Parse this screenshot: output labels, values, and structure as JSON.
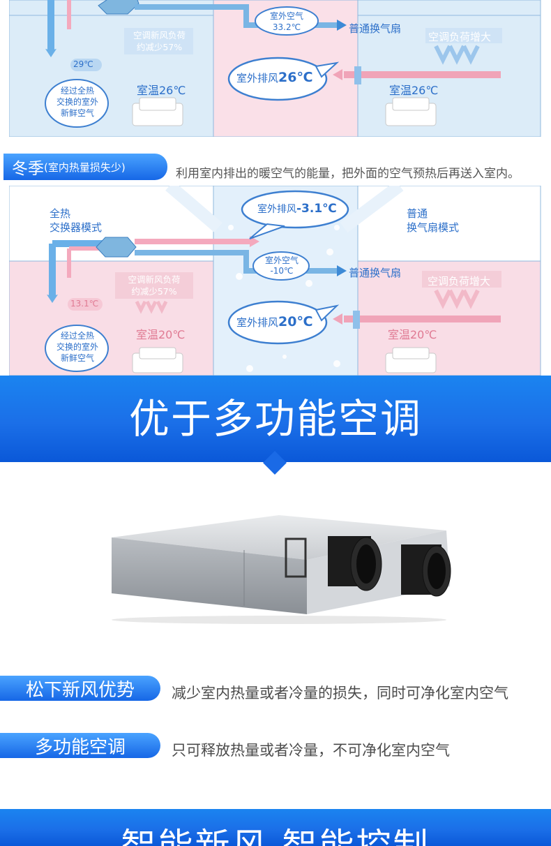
{
  "summer_diagram": {
    "fan_load": "空调新风负荷\n约减少57%",
    "outdoor_air": "室外空气\n33.2℃",
    "outdoor_air_title": "室外空气",
    "outdoor_air_temp": "33.2℃",
    "normal_fan": "普通换气扇",
    "load_increase": "空调负荷增大",
    "fresh_temp": "29℃",
    "fresh_air_note": "经过全热\n交换的室外\n新鲜空气",
    "exhaust": "室外排风",
    "exhaust_temp": "26℃",
    "room_left": "室温26℃",
    "room_right": "室温26℃",
    "load_reduce_line1": "空调新风负荷",
    "load_reduce_line2": "约减少57%",
    "note_line1": "经过全热",
    "note_line2": "交换的室外",
    "note_line3": "新鲜空气"
  },
  "winter_header": {
    "tag_main": "冬季",
    "tag_sub": "(室内热量损失少)",
    "description": "利用室内排出的暖空气的能量，把外面的空气预热后再送入室内。"
  },
  "winter_diagram": {
    "mode_left_line1": "全热",
    "mode_left_line2": "交换器模式",
    "mode_right_line1": "普通",
    "mode_right_line2": "换气扇模式",
    "exhaust_top": "室外排风",
    "exhaust_top_temp": "-3.1℃",
    "outdoor_air_title": "室外空气",
    "outdoor_air_temp": "-10℃",
    "normal_fan": "普通换气扇",
    "load_reduce_line1": "空调新风负荷",
    "load_reduce_line2": "约减少57%",
    "load_increase": "空调负荷增大",
    "fresh_temp": "13.1℃",
    "note_line1": "经过全热",
    "note_line2": "交换的室外",
    "note_line3": "新鲜空气",
    "exhaust": "室外排风",
    "exhaust_temp": "20℃",
    "room_left": "室温20℃",
    "room_right": "室温20℃"
  },
  "banner1": {
    "title": "优于多功能空调"
  },
  "compare": [
    {
      "tag": "松下新风优势",
      "text": "减少室内热量或者冷量的损失，同时可净化室内空气"
    },
    {
      "tag": "多功能空调",
      "text": "只可释放热量或者冷量，不可净化室内空气"
    }
  ],
  "banner2": {
    "title": "智能新风 智能控制"
  },
  "colors": {
    "accent_blue": "#1b6fe8",
    "pink_zone": "#f9dde6",
    "blue_zone": "#dcecf8",
    "diagram_text": "#2c6fc9"
  }
}
